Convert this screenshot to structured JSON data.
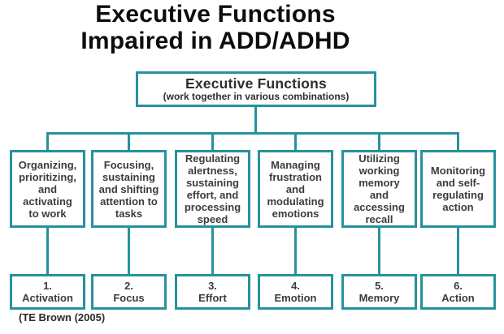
{
  "colors": {
    "accent": "#27929C",
    "box_text": "#3c3c3c",
    "title_text": "#0d0d0d",
    "citation_text": "#2b2b2b"
  },
  "title": {
    "line1": "Executive Functions",
    "line2": "Impaired in ADD/ADHD"
  },
  "root_box": {
    "heading": "Executive Functions",
    "subheading": "(work together in various combinations)"
  },
  "functions": [
    {
      "description": "Organizing,\nprioritizing,\nand\nactivating\nto work",
      "number": "1.",
      "label": "Activation"
    },
    {
      "description": "Focusing,\nsustaining\nand shifting\nattention to\ntasks",
      "number": "2.",
      "label": "Focus"
    },
    {
      "description": "Regulating\nalertness,\nsustaining\neffort, and\nprocessing\nspeed",
      "number": "3.",
      "label": "Effort"
    },
    {
      "description": "Managing\nfrustration\nand\nmodulating\nemotions",
      "number": "4.",
      "label": "Emotion"
    },
    {
      "description": "Utilizing\nworking\nmemory\nand\naccessing\nrecall",
      "number": "5.",
      "label": "Memory"
    },
    {
      "description": "Monitoring\nand self-\nregulating\naction",
      "number": "6.",
      "label": "Action"
    }
  ],
  "citation": "(TE Brown (2005)"
}
